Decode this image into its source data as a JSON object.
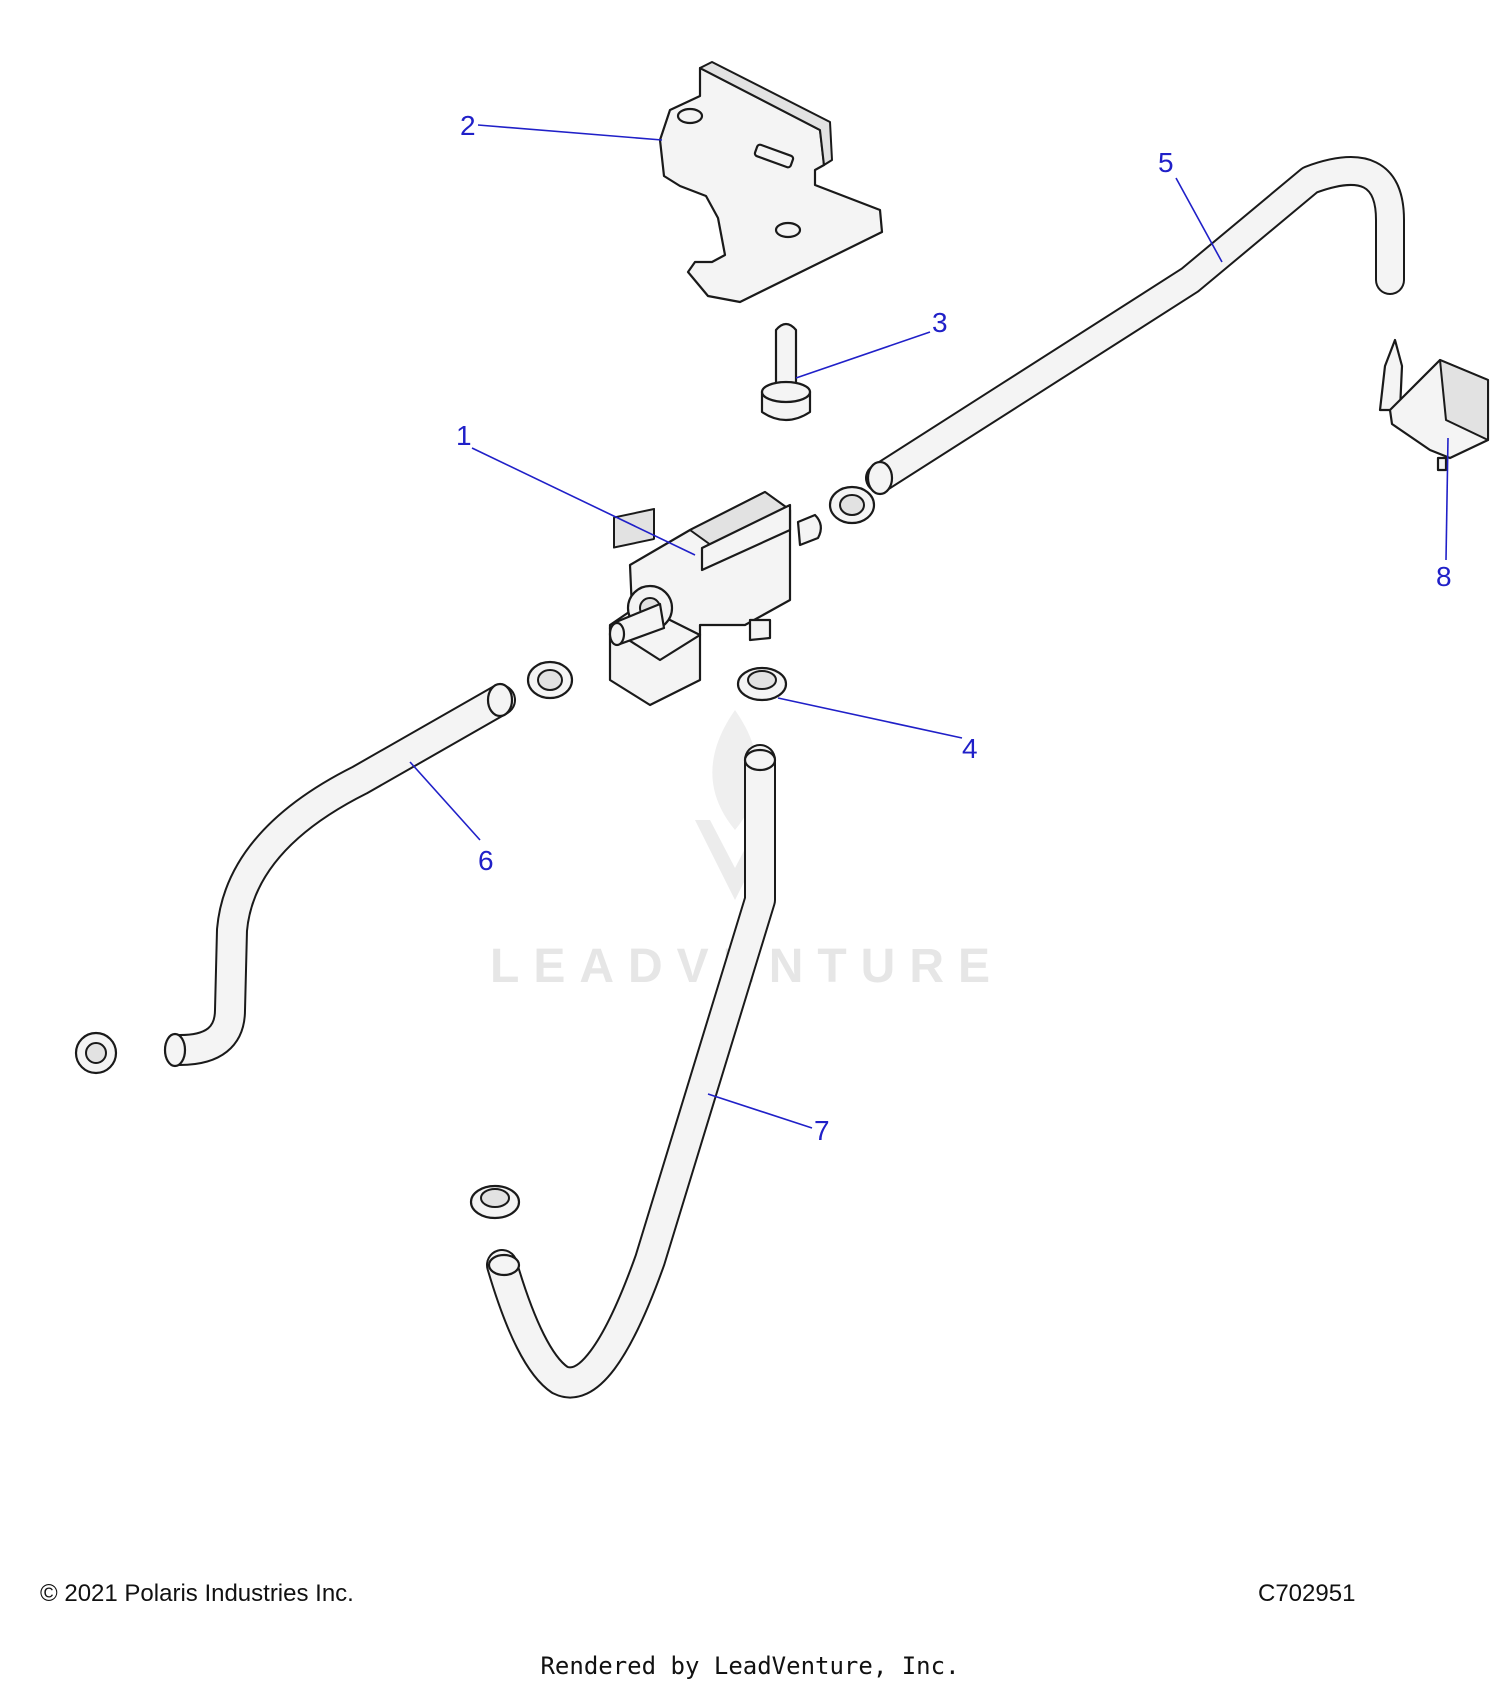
{
  "callouts": {
    "c1": "1",
    "c2": "2",
    "c3": "3",
    "c4": "4",
    "c5": "5",
    "c6": "6",
    "c7": "7",
    "c8": "8"
  },
  "watermark": "LEADVENTURE",
  "footer": {
    "copyright": "© 2021 Polaris Industries Inc.",
    "diagram_code": "C702951",
    "rendered_by": "Rendered by LeadVenture, Inc."
  },
  "colors": {
    "callout": "#2020c8",
    "line": "#1a1a1a",
    "part_fill": "#f4f4f4",
    "watermark": "#e6e6e6"
  }
}
